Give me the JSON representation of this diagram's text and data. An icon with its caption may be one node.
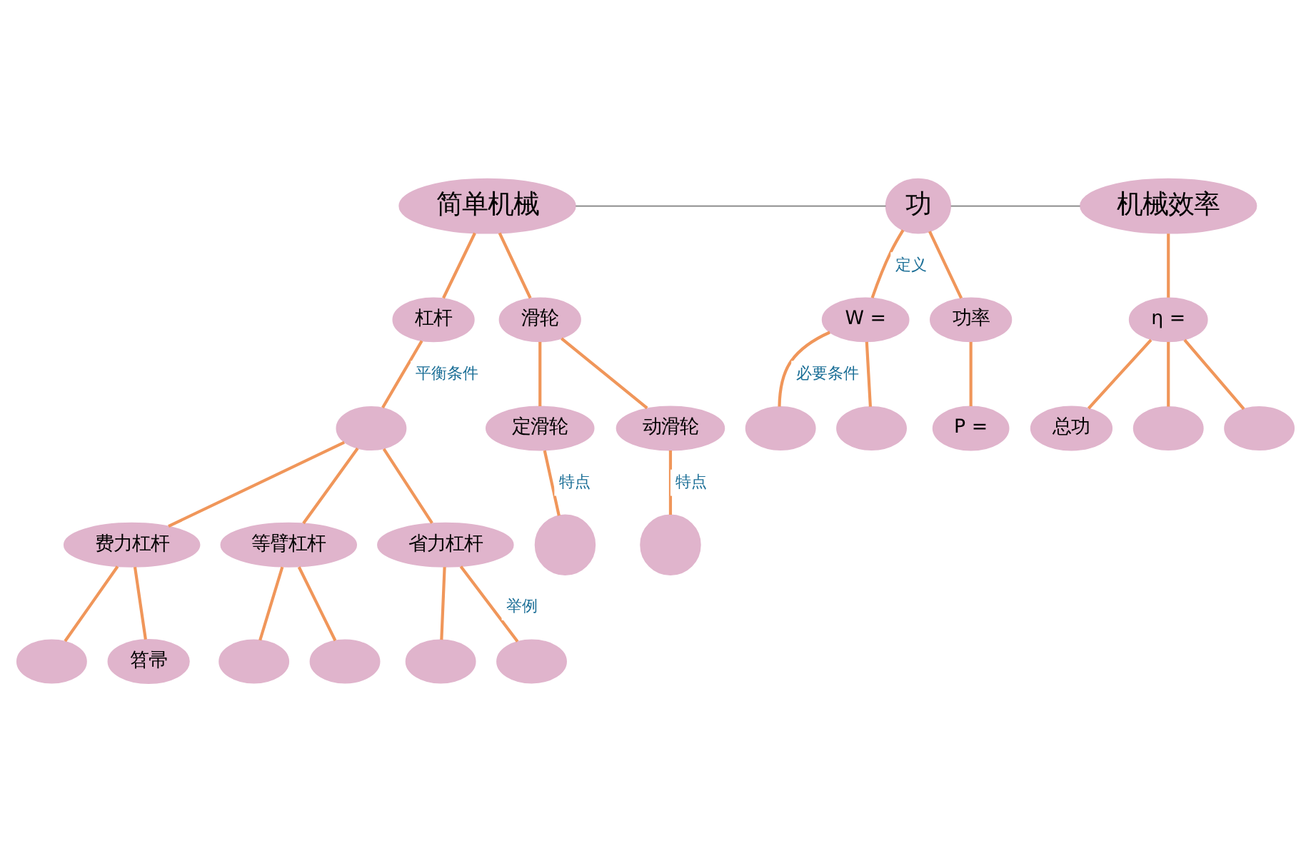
{
  "diagram": {
    "nodes": [
      {
        "text": [
          "简单机械"
        ]
      },
      {
        "text": [
          "功"
        ]
      },
      {
        "text": [
          "机械效率"
        ]
      },
      {
        "text": [
          "杠杆"
        ]
      },
      {
        "text": [
          "滑轮"
        ]
      },
      {
        "text": [],
        "shape": "ellipse"
      },
      {
        "text": [
          "费力杠杆"
        ]
      },
      {
        "text": [
          "等臂杠杆"
        ]
      },
      {
        "text": [
          "省力杠杆"
        ]
      },
      {
        "text": [],
        "shape": "ellipse"
      },
      {
        "text": [
          "笤帚"
        ]
      },
      {
        "text": [],
        "shape": "ellipse"
      },
      {
        "text": [],
        "shape": "ellipse"
      },
      {
        "text": [],
        "shape": "ellipse"
      },
      {
        "text": [],
        "shape": "ellipse"
      },
      {
        "text": [
          "定滑轮"
        ]
      },
      {
        "text": [
          "动滑轮"
        ]
      },
      {
        "text": [],
        "shape": "circle"
      },
      {
        "text": [],
        "shape": "circle"
      },
      {
        "text": [
          "W ="
        ]
      },
      {
        "text": [
          "功率"
        ]
      },
      {
        "text": [],
        "shape": "ellipse"
      },
      {
        "text": [],
        "shape": "ellipse"
      },
      {
        "text": [
          "P ="
        ]
      },
      {
        "text": [
          "η ="
        ]
      },
      {
        "text": [
          "总功"
        ]
      },
      {
        "text": [],
        "shape": "ellipse"
      },
      {
        "text": [],
        "shape": "ellipse"
      }
    ],
    "edges": [
      {
        "from": 0,
        "to": 1,
        "arrow": "none",
        "color": "#808080"
      },
      {
        "from": 1,
        "to": 2,
        "arrow": "none",
        "color": "#808080"
      },
      {
        "from": 0,
        "to": 3,
        "arrow": "none"
      },
      {
        "from": 0,
        "to": 4,
        "arrow": "none"
      },
      {
        "from": 3,
        "to": 5,
        "arrow": "none",
        "label": "平衡条件"
      },
      {
        "from": 5,
        "to": 6,
        "arrow": "none"
      },
      {
        "from": 5,
        "to": 7,
        "arrow": "none"
      },
      {
        "from": 5,
        "to": 8,
        "arrow": "none"
      },
      {
        "from": 6,
        "to": 9,
        "arrow": "none"
      },
      {
        "from": 6,
        "to": 10,
        "arrow": "none"
      },
      {
        "from": 7,
        "to": 11,
        "arrow": "none"
      },
      {
        "from": 7,
        "to": 12,
        "arrow": "none"
      },
      {
        "from": 8,
        "to": 13,
        "arrow": "none"
      },
      {
        "from": 8,
        "to": 14,
        "arrow": "none",
        "label": "举例"
      },
      {
        "from": 4,
        "to": 15,
        "arrow": "none"
      },
      {
        "from": 4,
        "to": 16,
        "arrow": "none"
      },
      {
        "from": 15,
        "to": 17,
        "arrow": "none",
        "label": "特点"
      },
      {
        "from": 16,
        "to": 18,
        "arrow": "none",
        "label": "特点"
      },
      {
        "from": 1,
        "to": 19,
        "arrow": "none",
        "label": "定义"
      },
      {
        "from": 1,
        "to": 20,
        "arrow": "none"
      },
      {
        "from": 19,
        "to": 21,
        "arrow": "none",
        "label": "必要条件"
      },
      {
        "from": 19,
        "to": 22,
        "arrow": "none"
      },
      {
        "from": 20,
        "to": 23,
        "arrow": "none"
      },
      {
        "from": 2,
        "to": 24,
        "arrow": "none"
      },
      {
        "from": 24,
        "to": 25,
        "arrow": "none"
      },
      {
        "from": 24,
        "to": 26,
        "arrow": "none"
      },
      {
        "from": 24,
        "to": 27,
        "arrow": "none"
      }
    ]
  }
}
